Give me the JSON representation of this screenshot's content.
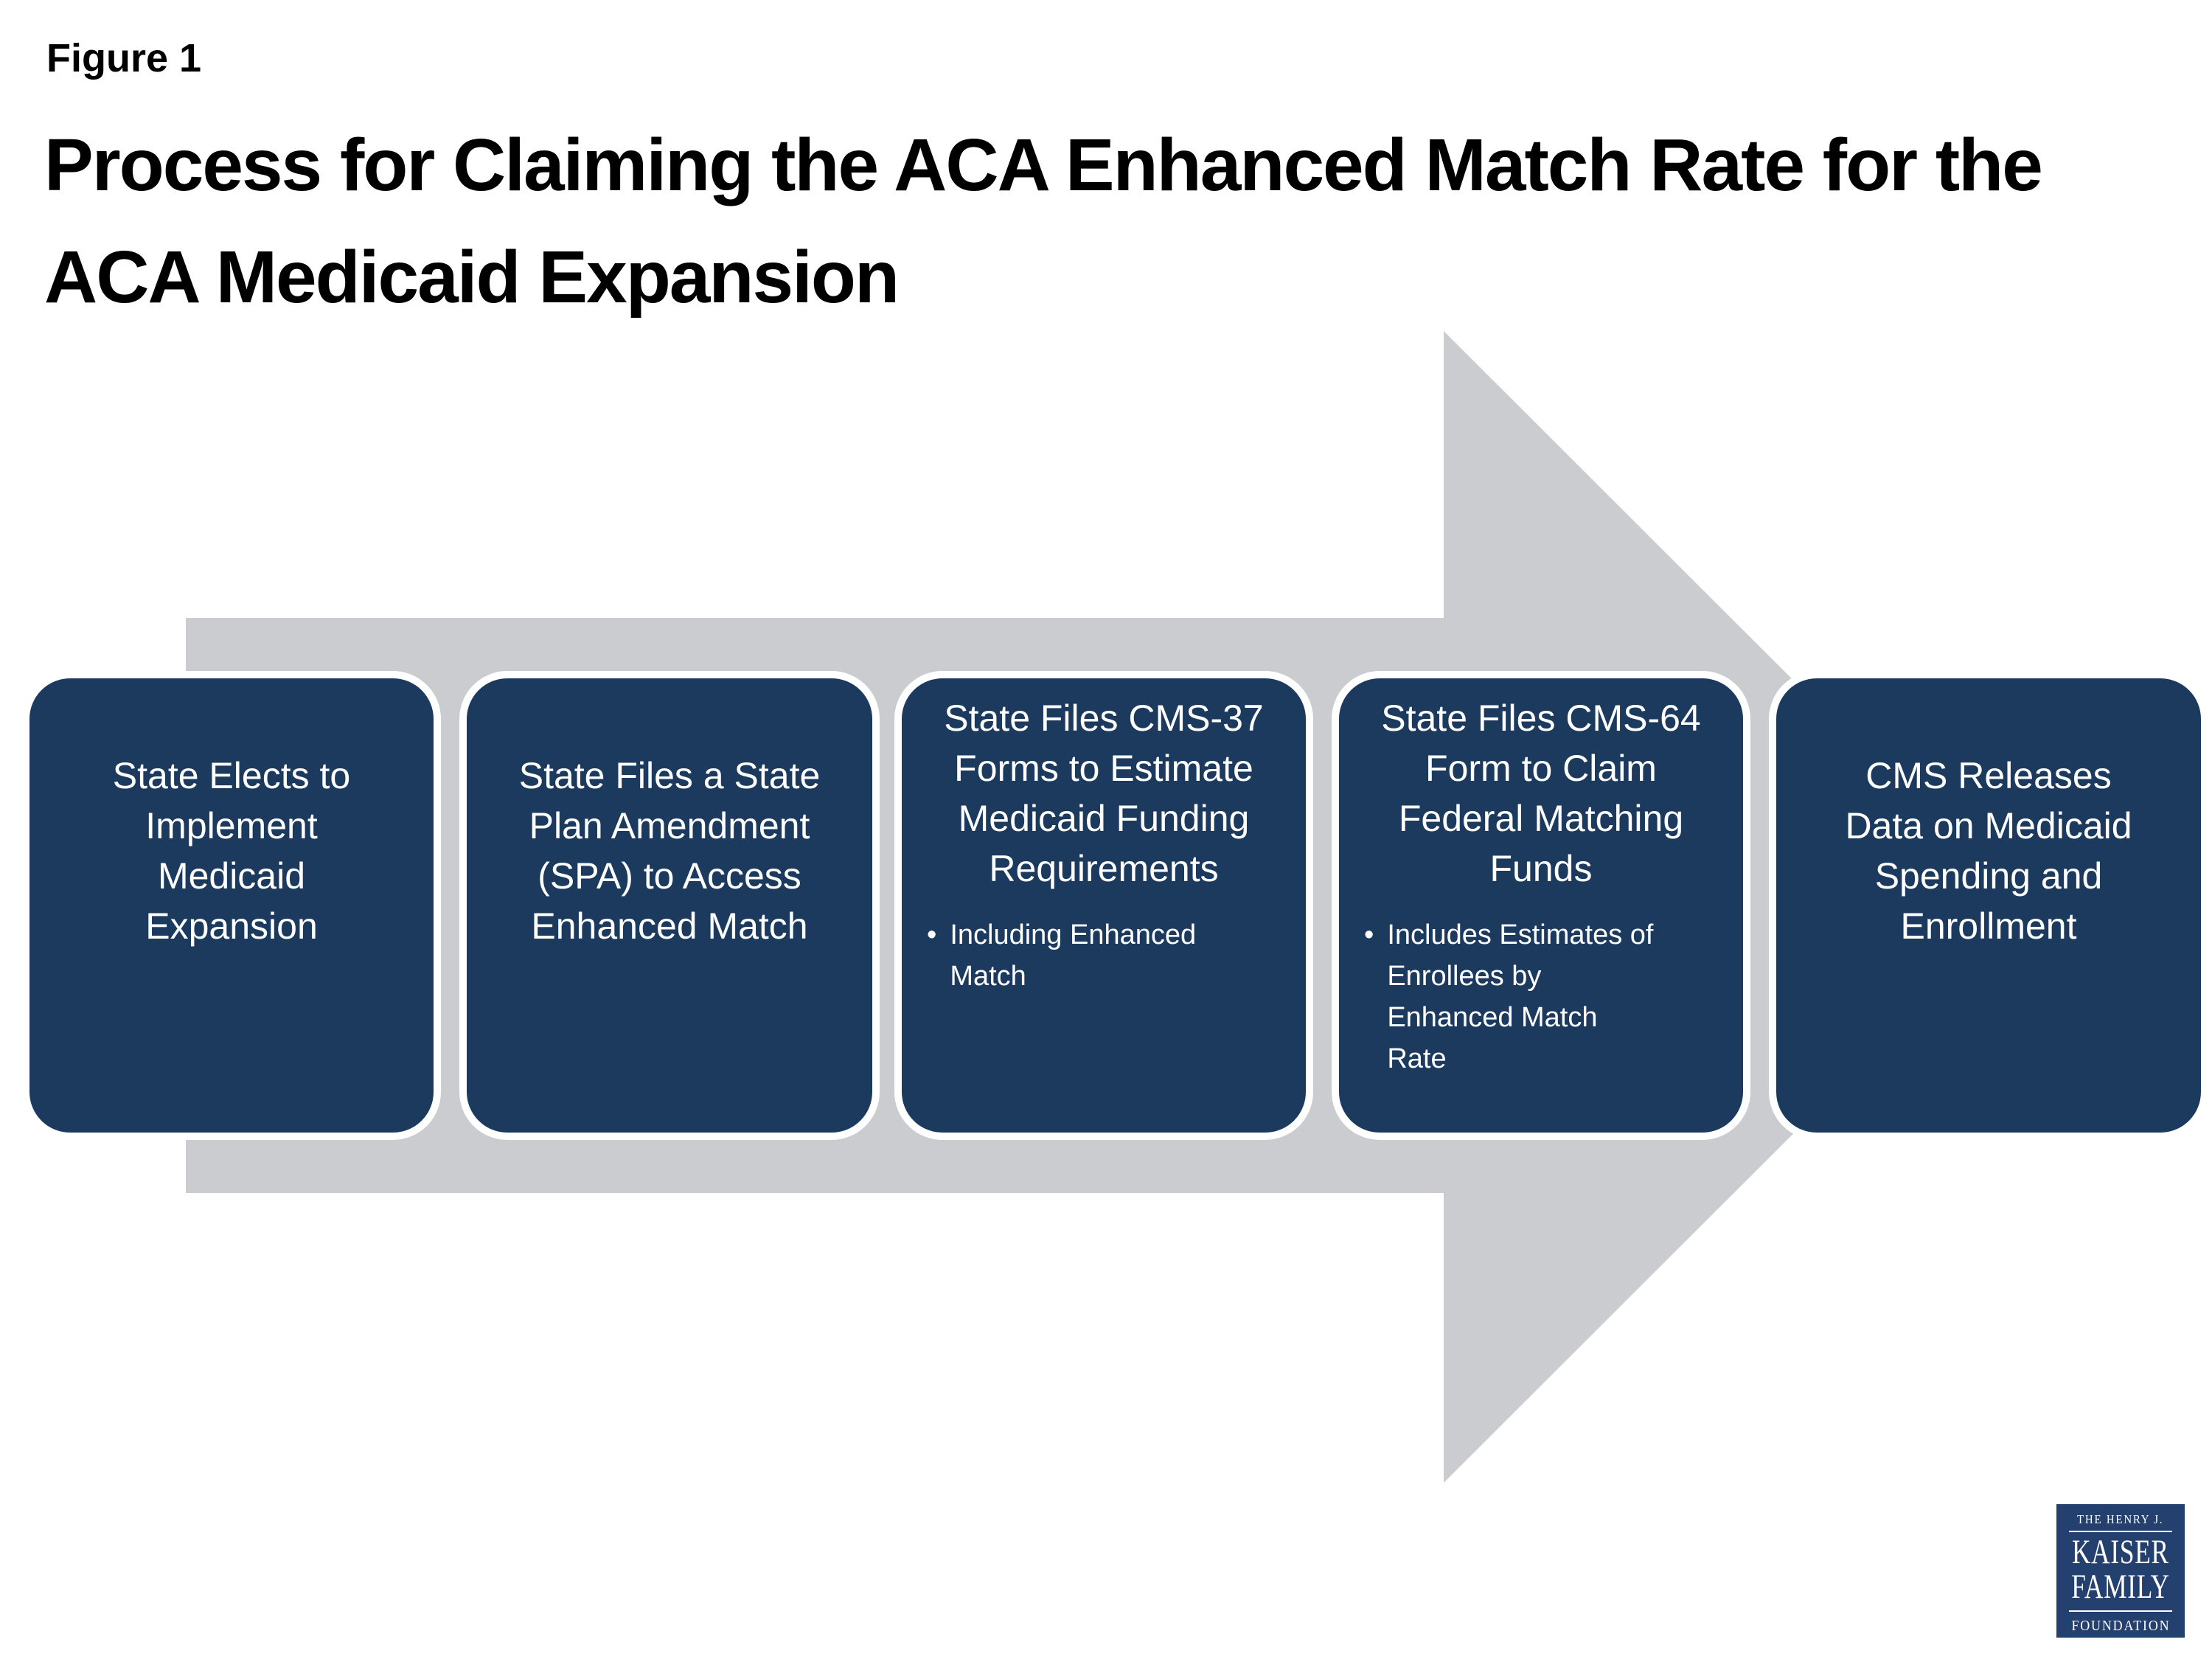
{
  "figure_label": "Figure 1",
  "title": {
    "line1": "Process for Claiming the ACA Enhanced Match Rate for the",
    "line2": "ACA Medicaid Expansion"
  },
  "bullet_marker": "•",
  "colors": {
    "box_navy": "#1B3A5E",
    "arrow_gray": "#CBCCD0",
    "logo_navy": "#24406E",
    "text_white": "#FFFFFF",
    "title_black": "#000000"
  },
  "process_steps": [
    {
      "title_lines": [
        "State Elects to",
        "Implement",
        "Medicaid",
        "Expansion"
      ],
      "bullet_lines": []
    },
    {
      "title_lines": [
        "State Files a State",
        "Plan Amendment",
        "(SPA) to Access",
        "Enhanced Match"
      ],
      "bullet_lines": []
    },
    {
      "title_lines": [
        "State Files CMS-37",
        "Forms to Estimate",
        "Medicaid Funding",
        "Requirements"
      ],
      "bullet_lines": [
        "Including Enhanced",
        "Match"
      ]
    },
    {
      "title_lines": [
        "State Files CMS-64",
        "Form to Claim",
        "Federal Matching",
        "Funds"
      ],
      "bullet_lines": [
        "Includes Estimates of",
        "Enrollees by",
        "Enhanced Match",
        "Rate"
      ]
    },
    {
      "title_lines": [
        "CMS Releases",
        "Data on Medicaid",
        "Spending and",
        "Enrollment"
      ],
      "bullet_lines": []
    }
  ],
  "logo": {
    "line1": "THE HENRY J.",
    "line2": "KAISER",
    "line3": "FAMILY",
    "line4": "FOUNDATION"
  }
}
